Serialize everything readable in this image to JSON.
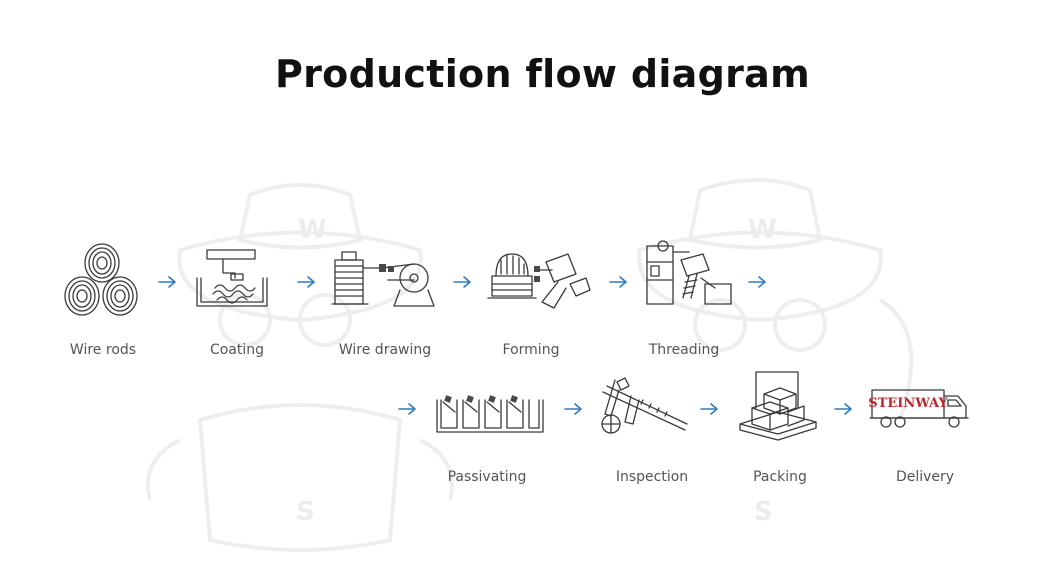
{
  "title": "Production flow diagram",
  "colors": {
    "arrow": "#2f7bbf",
    "truck_brand": "#c0262d",
    "icon_stroke": "#3a3a3a"
  },
  "steps": [
    {
      "label": "Wire rods",
      "icon": "wire-coils-icon"
    },
    {
      "label": "Coating",
      "icon": "coating-tank-icon"
    },
    {
      "label": "Wire drawing",
      "icon": "wire-drawing-machine-icon"
    },
    {
      "label": "Forming",
      "icon": "forming-press-icon"
    },
    {
      "label": "Threading",
      "icon": "threading-machine-icon"
    },
    {
      "label": "Passivating",
      "icon": "passivating-tanks-icon"
    },
    {
      "label": "Inspection",
      "icon": "caliper-icon"
    },
    {
      "label": "Packing",
      "icon": "packed-boxes-icon"
    },
    {
      "label": "Delivery",
      "icon": "delivery-truck-icon"
    }
  ],
  "truck_brand": "STEINWAY",
  "watermark": {
    "letters": [
      "W",
      "W",
      "S",
      "S"
    ]
  }
}
